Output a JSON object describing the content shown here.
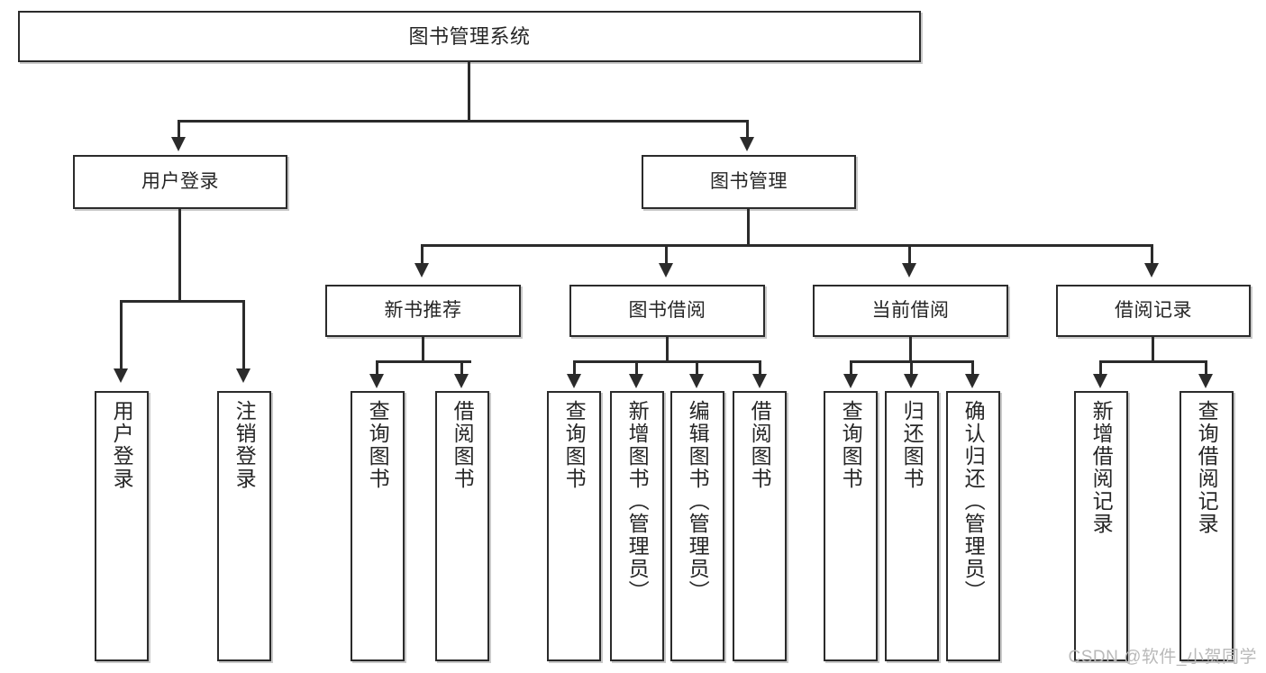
{
  "diagram": {
    "type": "tree-hierarchy-chart",
    "title": "图书管理系统",
    "watermark": "CSDN @软件_小贺同学",
    "colors": {
      "box_border": "#2b2b2b",
      "box_fill": "#ffffff",
      "text": "#262626",
      "connector": "#2b2b2b",
      "watermark": "#b9b9b9",
      "background": "#ffffff"
    },
    "levels": {
      "root": "图书管理系统",
      "level2": [
        "用户登录",
        "图书管理"
      ],
      "level3": [
        "新书推荐",
        "图书借阅",
        "当前借阅",
        "借阅记录"
      ]
    },
    "nodes": {
      "root": {
        "label": "图书管理系统"
      },
      "user_login": {
        "label": "用户登录"
      },
      "book_mgmt": {
        "label": "图书管理"
      },
      "new_book_rec": {
        "label": "新书推荐"
      },
      "book_borrow": {
        "label": "图书借阅"
      },
      "current_borrow": {
        "label": "当前借阅"
      },
      "borrow_record": {
        "label": "借阅记录"
      },
      "leaf_user_login": {
        "label": "用户登录"
      },
      "leaf_logout": {
        "label": "注销登录"
      },
      "leaf_query_book_1": {
        "label": "查询图书"
      },
      "leaf_borrow_book_1": {
        "label": "借阅图书"
      },
      "leaf_query_book_2": {
        "label": "查询图书"
      },
      "leaf_add_book": {
        "label": "新增图书（管理员）"
      },
      "leaf_edit_book": {
        "label": "编辑图书（管理员）"
      },
      "leaf_borrow_book_2": {
        "label": "借阅图书"
      },
      "leaf_query_book_3": {
        "label": "查询图书"
      },
      "leaf_return_book": {
        "label": "归还图书"
      },
      "leaf_confirm_return": {
        "label": "确认归还（管理员）"
      },
      "leaf_add_record": {
        "label": "新增借阅记录"
      },
      "leaf_query_record": {
        "label": "查询借阅记录"
      }
    },
    "edges": [
      {
        "from": "图书管理系统",
        "to": "用户登录"
      },
      {
        "from": "图书管理系统",
        "to": "图书管理"
      },
      {
        "from": "用户登录",
        "to": "用户登录"
      },
      {
        "from": "用户登录",
        "to": "注销登录"
      },
      {
        "from": "图书管理",
        "to": "新书推荐"
      },
      {
        "from": "图书管理",
        "to": "图书借阅"
      },
      {
        "from": "图书管理",
        "to": "当前借阅"
      },
      {
        "from": "图书管理",
        "to": "借阅记录"
      },
      {
        "from": "新书推荐",
        "to": "查询图书"
      },
      {
        "from": "新书推荐",
        "to": "借阅图书"
      },
      {
        "from": "图书借阅",
        "to": "查询图书"
      },
      {
        "from": "图书借阅",
        "to": "新增图书（管理员）"
      },
      {
        "from": "图书借阅",
        "to": "编辑图书（管理员）"
      },
      {
        "from": "图书借阅",
        "to": "借阅图书"
      },
      {
        "from": "当前借阅",
        "to": "查询图书"
      },
      {
        "from": "当前借阅",
        "to": "归还图书"
      },
      {
        "from": "当前借阅",
        "to": "确认归还（管理员）"
      },
      {
        "from": "借阅记录",
        "to": "新增借阅记录"
      },
      {
        "from": "借阅记录",
        "to": "查询借阅记录"
      }
    ]
  }
}
